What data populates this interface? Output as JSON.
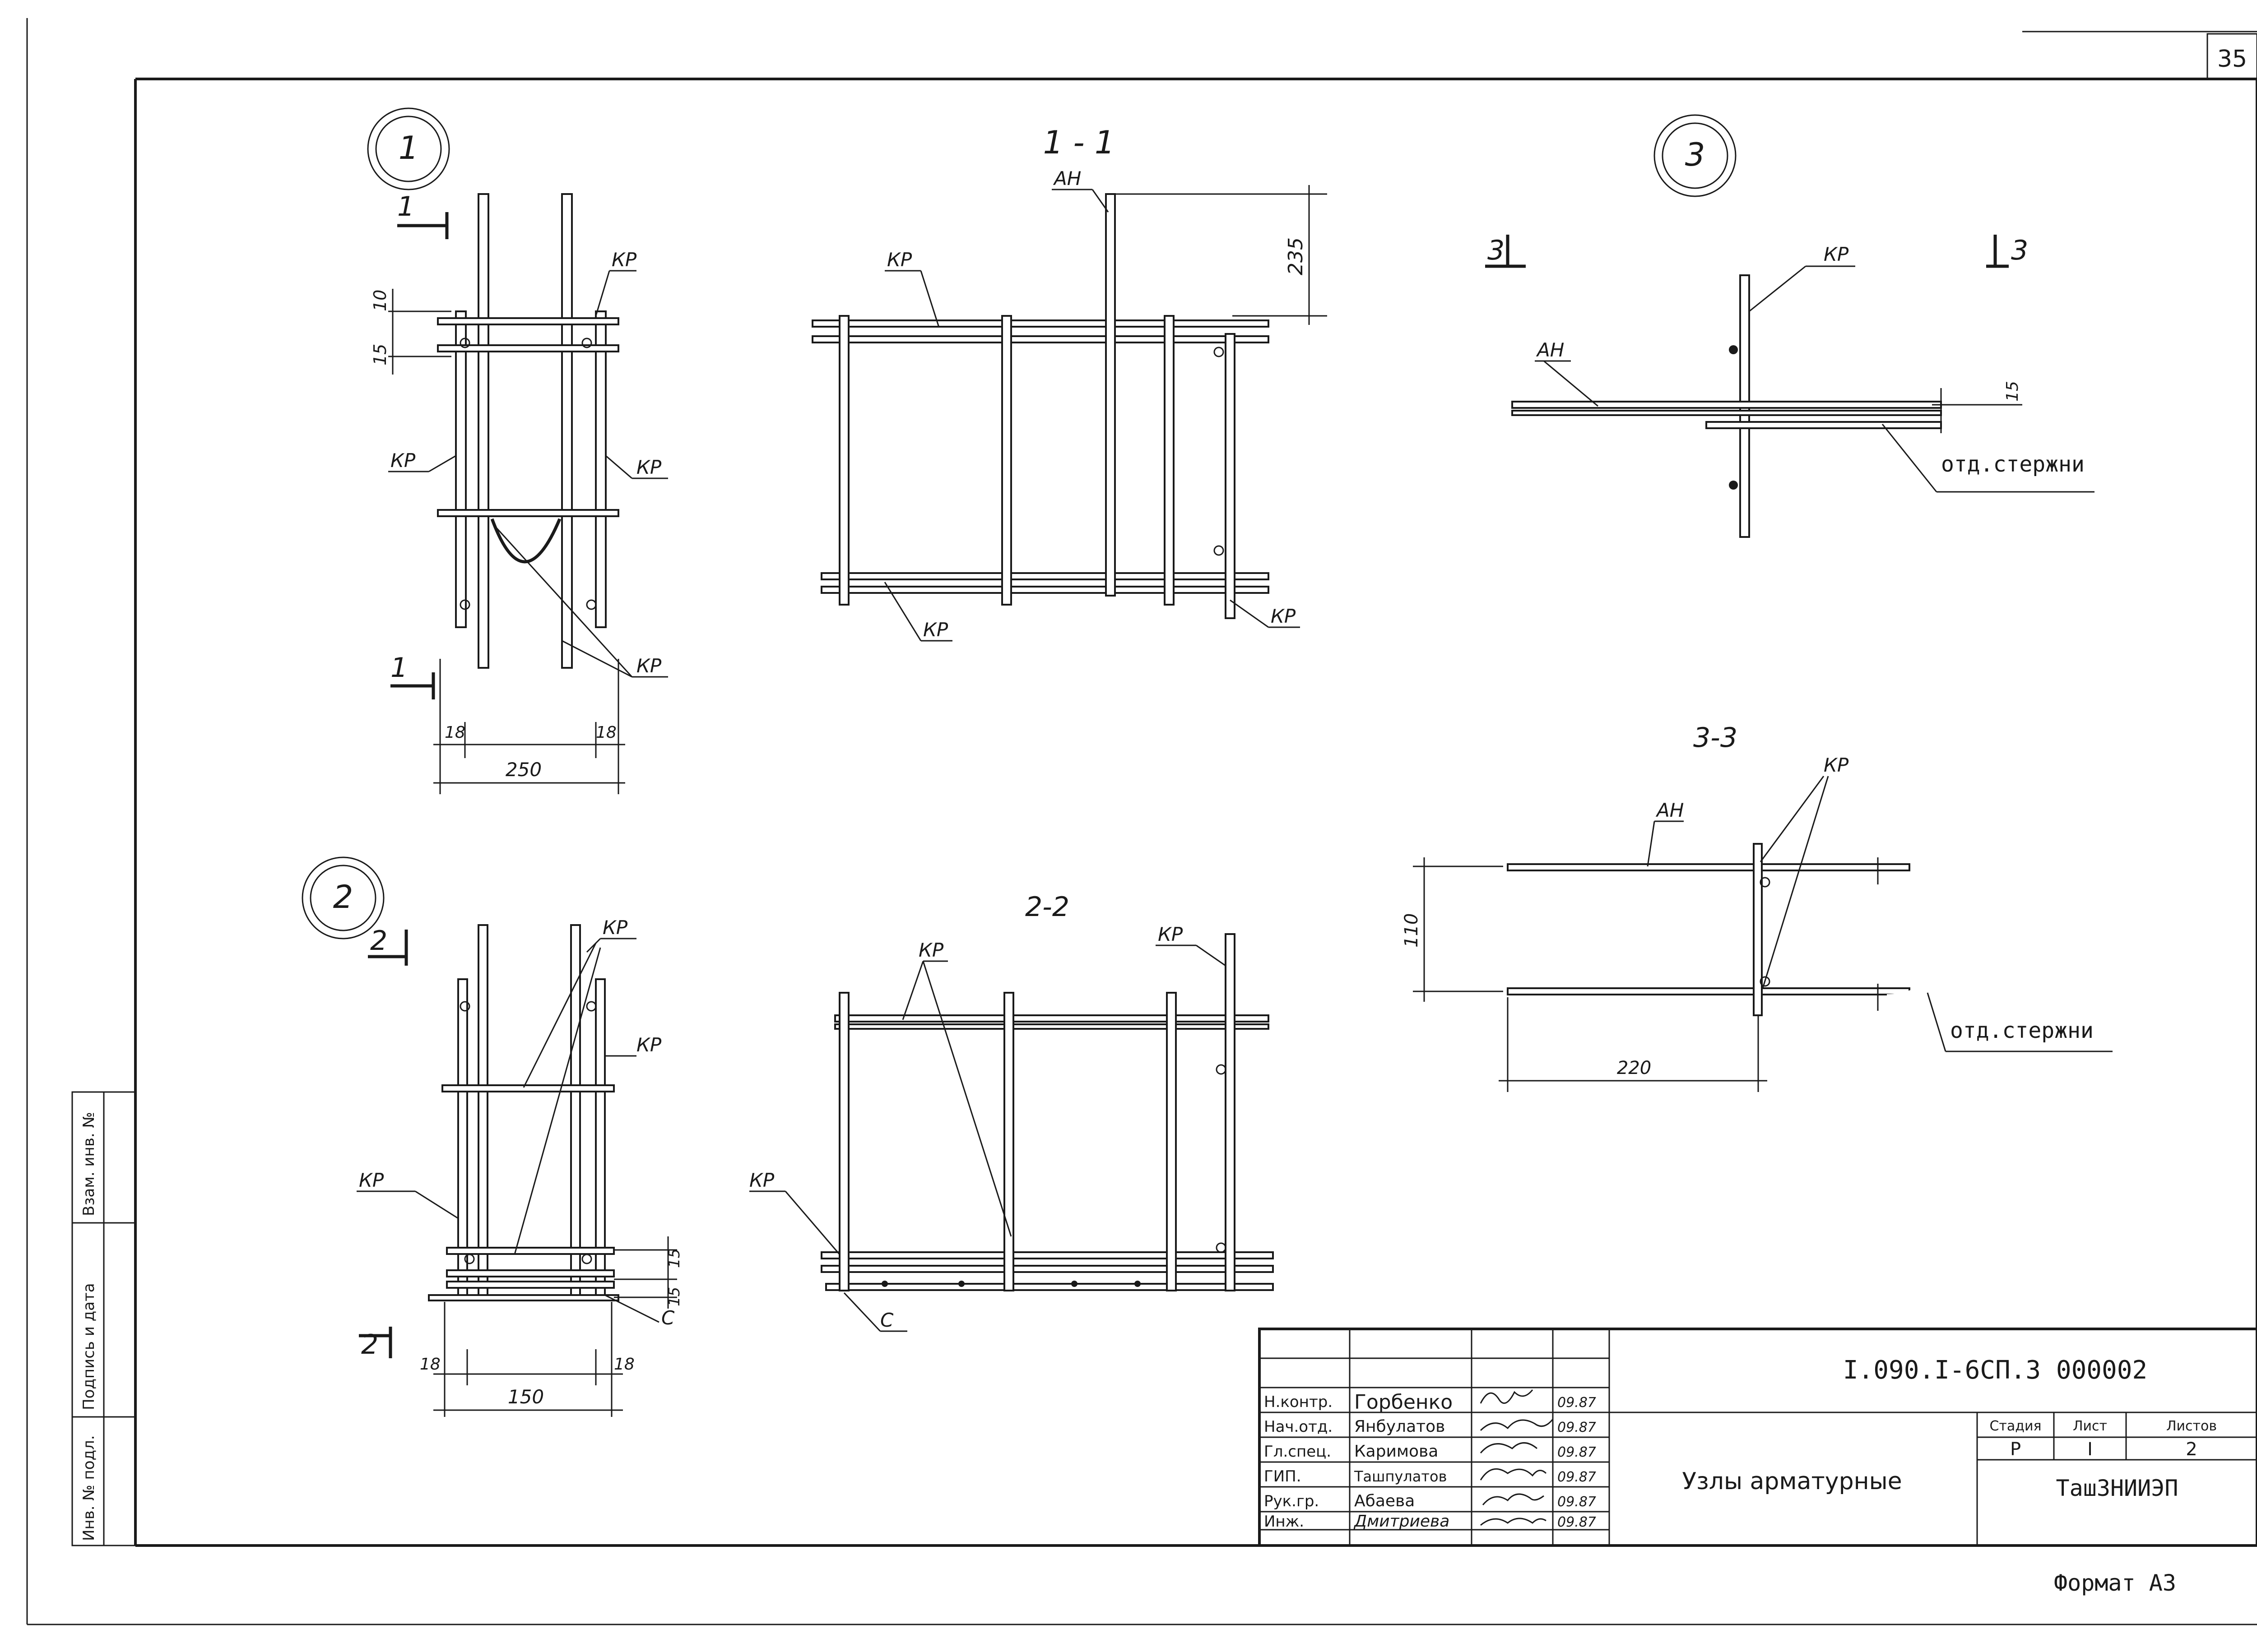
{
  "sheet": {
    "page_number": "35",
    "format_label": "Формат А3"
  },
  "views": {
    "node1": {
      "circle_label": "1",
      "section_mark": "1",
      "dims": [
        "10",
        "15",
        "18",
        "18",
        "250"
      ],
      "labels": [
        "КР",
        "КР",
        "КР",
        "КР"
      ]
    },
    "section_1_1": {
      "title": "1 - 1",
      "dims": [
        "235"
      ],
      "labels": [
        "АН",
        "КР",
        "КР",
        "КР"
      ]
    },
    "node3": {
      "circle_label": "3",
      "section_mark": "3",
      "dims": [
        "15"
      ],
      "labels": [
        "КР",
        "АН",
        "отд.стержни"
      ]
    },
    "section_3_3": {
      "title": "3-3",
      "dims": [
        "110",
        "220"
      ],
      "labels": [
        "АН",
        "КР",
        "отд.стержни"
      ]
    },
    "node2": {
      "circle_label": "2",
      "section_mark": "2",
      "dims": [
        "15",
        "15",
        "18",
        "18",
        "150"
      ],
      "labels": [
        "КР",
        "КР",
        "КР",
        "С"
      ]
    },
    "section_2_2": {
      "title": "2-2",
      "labels": [
        "КР",
        "КР",
        "КР",
        "С"
      ]
    }
  },
  "side_stamp": [
    "Инв. № подл.",
    "Подпись и дата",
    "Взам. инв. №"
  ],
  "title_block": {
    "document_code": "I.090.I-6СП.3 000002",
    "title": "Узлы арматурные",
    "organization": "ТашЗНИИЭП",
    "stage_header": "Стадия",
    "sheet_header": "Лист",
    "sheets_header": "Листов",
    "stage": "Р",
    "sheet": "I",
    "sheets": "2",
    "rows": [
      {
        "role": "Н.контр.",
        "name": "Горбенко",
        "date": "09.87"
      },
      {
        "role": "Нач.отд.",
        "name": "Янбулатов",
        "date": "09.87"
      },
      {
        "role": "Гл.спец.",
        "name": "Каримова",
        "date": "09.87"
      },
      {
        "role": "ГИП.",
        "name": "Ташпулатов",
        "date": "09.87"
      },
      {
        "role": "Рук.гр.",
        "name": "Абаева",
        "date": "09.87"
      },
      {
        "role": "Инж.",
        "name": "Дмитриева",
        "date": "09.87"
      }
    ]
  }
}
